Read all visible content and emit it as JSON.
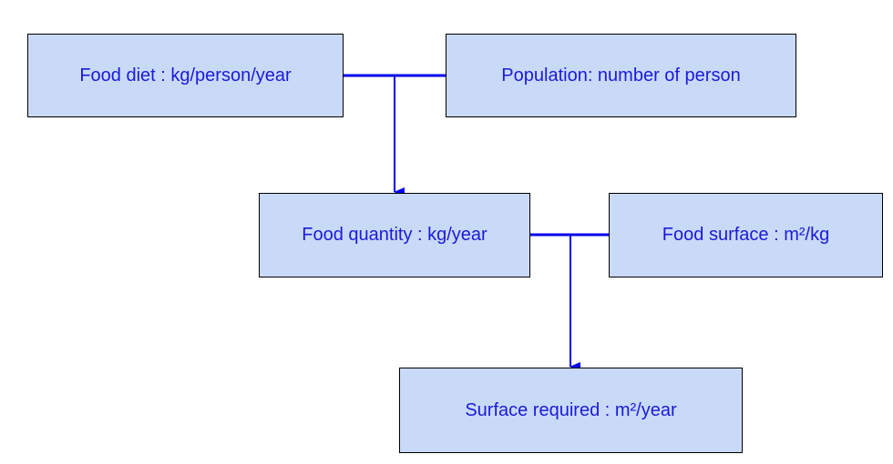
{
  "diagram": {
    "nodes": {
      "food_diet": "Food diet : kg/person/year",
      "population": "Population: number of person",
      "food_quantity": "Food quantity : kg/year",
      "food_surface": "Food surface : m²/kg",
      "surface_required": "Surface required : m²/year"
    },
    "colors": {
      "node_fill": "#c9daf8",
      "node_border": "#000000",
      "text": "#1a1adb",
      "connector": "#0000ee"
    }
  }
}
